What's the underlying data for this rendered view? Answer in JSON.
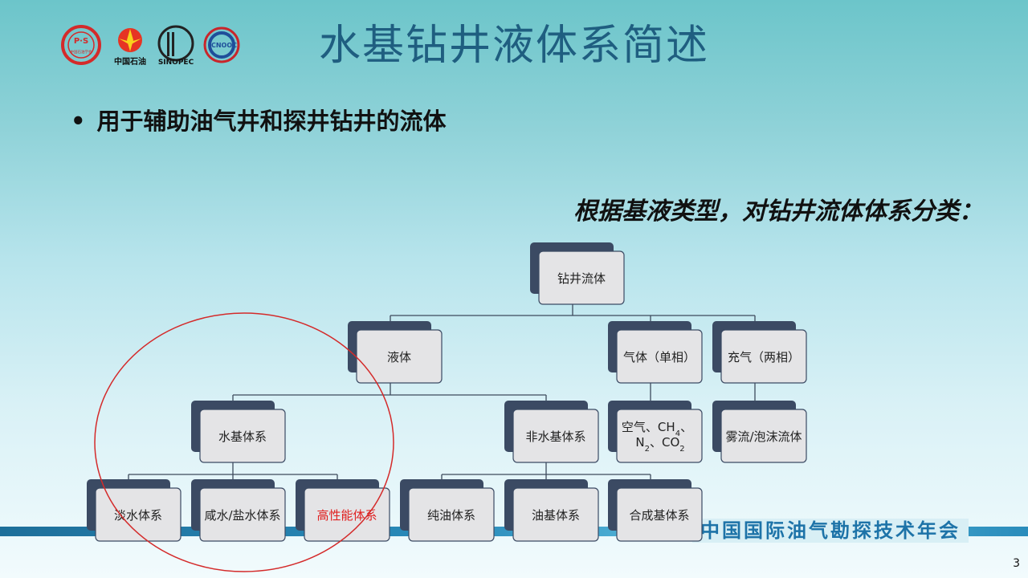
{
  "slide": {
    "title": "水基钻井液体系简述",
    "bullet": "用于辅助油气井和探井钻井的流体",
    "subtitle": "根据基液类型，对钻井流体体系分类：",
    "page_number": "3",
    "conference_banner": "中国国际油气勘探技术年会"
  },
  "logos": {
    "logo1_text": "中国石油学会",
    "logo2_text": "中国石油",
    "logo3_text": "SINOPEC",
    "logo4_text": "CNOOC"
  },
  "diagram": {
    "root": "钻井流体",
    "liquid": "液体",
    "gas_single": "气体（单相）",
    "gas_inflated": "充气（两相）",
    "water_based": "水基体系",
    "non_water": "非水基体系",
    "air_line1": "空气、CH",
    "air_sub1": "4",
    "air_after1": "、",
    "air_line2a": "N",
    "air_sub2": "2",
    "air_line2b": "、CO",
    "air_sub3": "2",
    "mist_foam": "雾流/泡沫流体",
    "fresh_water": "淡水体系",
    "salt_water": "咸水/盐水体系",
    "high_perf": "高性能体系",
    "pure_oil": "纯油体系",
    "oil_based": "油基体系",
    "synthetic": "合成基体系"
  },
  "colors": {
    "title": "#1f5e80",
    "node_shadow": "#3b4a63",
    "node_face": "#e4e4e6",
    "highlight_text": "#e02020",
    "circle": "#d42a2a"
  }
}
